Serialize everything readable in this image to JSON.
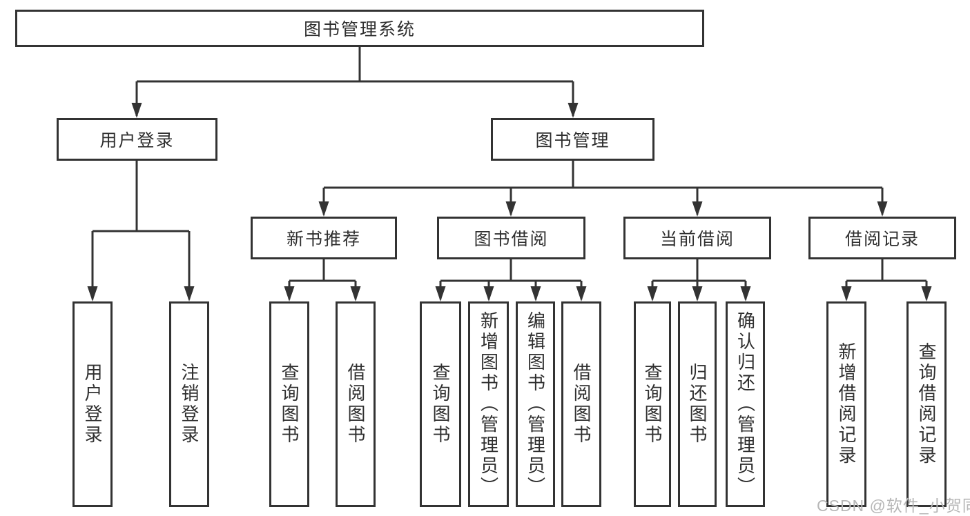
{
  "diagram": {
    "root": {
      "label": "图书管理系统"
    },
    "level2": [
      {
        "id": "user-login",
        "label": "用户登录",
        "parent": "root"
      },
      {
        "id": "book-management",
        "label": "图书管理",
        "parent": "root"
      }
    ],
    "level3": [
      {
        "id": "new-book-recommend",
        "label": "新书推荐",
        "parent": "book-management"
      },
      {
        "id": "book-borrow",
        "label": "图书借阅",
        "parent": "book-management"
      },
      {
        "id": "current-borrow",
        "label": "当前借阅",
        "parent": "book-management"
      },
      {
        "id": "borrow-records",
        "label": "借阅记录",
        "parent": "book-management"
      }
    ],
    "leaves": {
      "user_login": [
        "用户登录",
        "注销登录"
      ],
      "new_books": [
        "查询图书",
        "借阅图书"
      ],
      "book_borrow": [
        "查询图书",
        "新增图书（管理员）",
        "编辑图书（管理员）",
        "借阅图书"
      ],
      "current_borrow": [
        "查询图书",
        "归还图书",
        "确认归还（管理员）"
      ],
      "borrow_records": [
        "新增借阅记录",
        "查询借阅记录"
      ]
    }
  },
  "watermark": {
    "text": "CSDN @软件_小贺同学"
  },
  "colors": {
    "line": "#333333",
    "text": "#2f2f2f",
    "background": "#ffffff",
    "watermark": "#b7b7b7"
  }
}
